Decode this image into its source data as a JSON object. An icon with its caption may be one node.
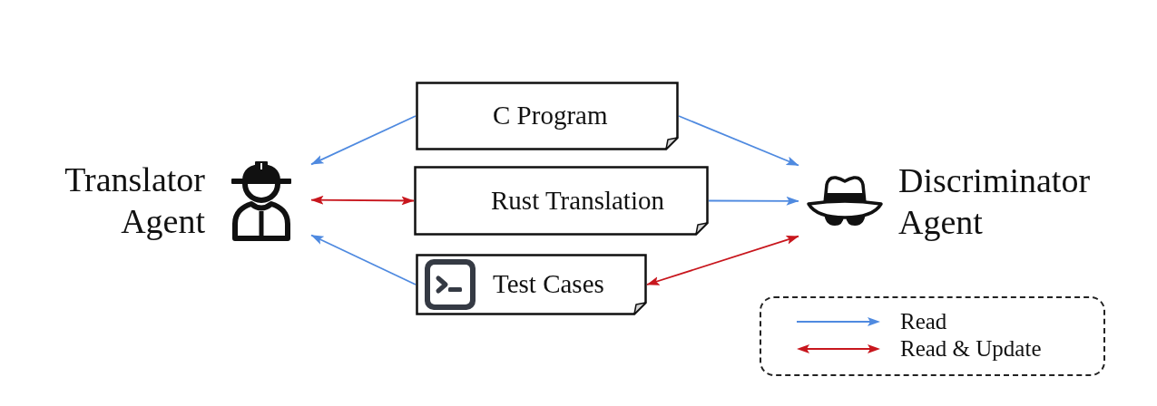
{
  "diagram": {
    "nodes": [
      {
        "text": [
          "Translator Agent"
        ]
      },
      {
        "text": [
          "C Program"
        ]
      },
      {
        "text": [
          "Rust Translation"
        ]
      },
      {
        "text": [
          "Test Cases"
        ]
      },
      {
        "text": [
          "Discriminator Agent"
        ]
      }
    ],
    "edges": [
      {
        "from": 1,
        "to": 0,
        "arrow": "to"
      },
      {
        "from": 0,
        "to": 2,
        "arrow": "both",
        "color": "#c8161d"
      },
      {
        "from": 3,
        "to": 0,
        "arrow": "to"
      },
      {
        "from": 1,
        "to": 4,
        "arrow": "to"
      },
      {
        "from": 2,
        "to": 4,
        "arrow": "to"
      },
      {
        "from": 4,
        "to": 3,
        "arrow": "both",
        "color": "#c8161d"
      }
    ],
    "legend": [
      {
        "text": "Read"
      },
      {
        "text": "Read & Update"
      }
    ]
  }
}
